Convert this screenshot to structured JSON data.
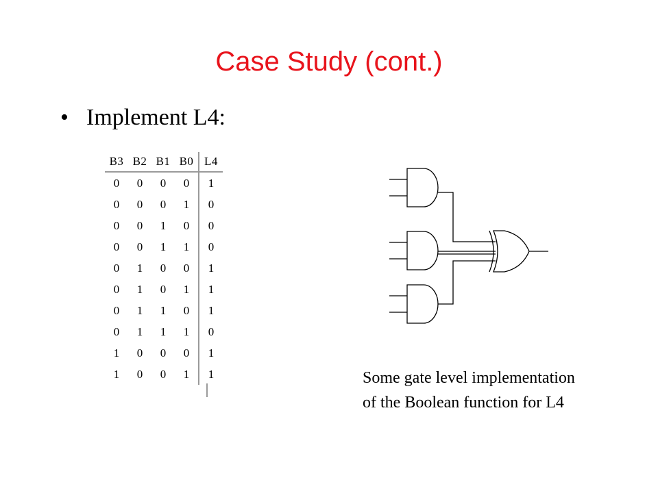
{
  "slide": {
    "title": "Case Study (cont.)",
    "bullet_symbol": "•",
    "bullet_text": "Implement L4:"
  },
  "truth_table": {
    "headers": [
      "B3",
      "B2",
      "B1",
      "B0",
      "L4"
    ],
    "rows": [
      [
        "0",
        "0",
        "0",
        "0",
        "1"
      ],
      [
        "0",
        "0",
        "0",
        "1",
        "0"
      ],
      [
        "0",
        "0",
        "1",
        "0",
        "0"
      ],
      [
        "0",
        "0",
        "1",
        "1",
        "0"
      ],
      [
        "0",
        "1",
        "0",
        "0",
        "1"
      ],
      [
        "0",
        "1",
        "0",
        "1",
        "1"
      ],
      [
        "0",
        "1",
        "1",
        "0",
        "1"
      ],
      [
        "0",
        "1",
        "1",
        "1",
        "0"
      ],
      [
        "1",
        "0",
        "0",
        "0",
        "1"
      ],
      [
        "1",
        "0",
        "0",
        "1",
        "1"
      ]
    ]
  },
  "circuit": {
    "gates": [
      "and-gate",
      "and-gate",
      "and-gate",
      "or-gate"
    ]
  },
  "caption": {
    "line1": "Some gate level implementation",
    "line2": "of the Boolean function for L4"
  },
  "colors": {
    "title": "#e8141c",
    "text": "#000000",
    "table_rule": "#9a9a9a"
  }
}
